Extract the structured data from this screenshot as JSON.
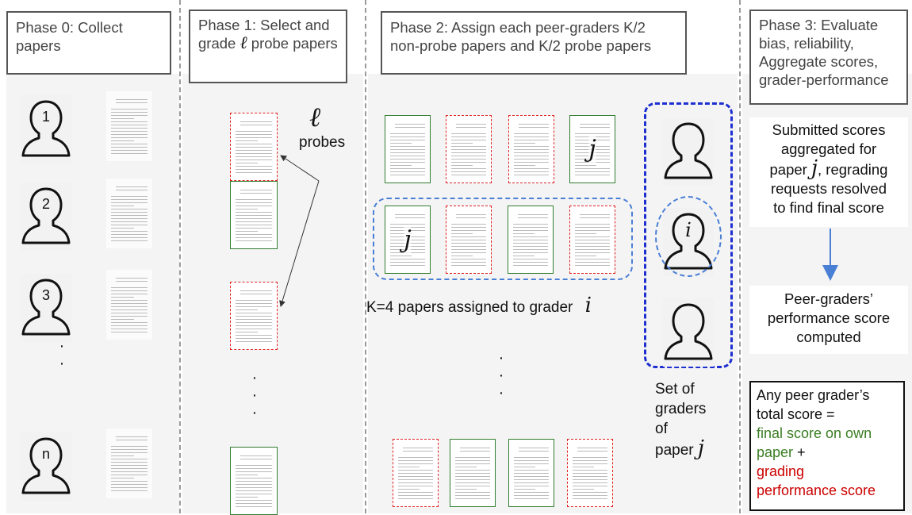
{
  "phases": {
    "p0": {
      "title": "Phase 0: Collect papers"
    },
    "p1": {
      "title_a": "Phase 1: Select and grade",
      "title_b": "probe papers",
      "ell": "ℓ"
    },
    "p2": {
      "title": "Phase 2: Assign each peer-graders K/2 non-probe papers and K/2 probe papers"
    },
    "p3": {
      "title": "Phase 3: Evaluate bias, reliability, Aggregate scores, grader-performance"
    }
  },
  "graders": [
    "1",
    "2",
    "3",
    "n"
  ],
  "probes_label": {
    "symbol": "ℓ",
    "text": "probes"
  },
  "paper_marks": {
    "j": "j",
    "i": "i"
  },
  "assignment": {
    "caption": "K=4 papers assigned to grader",
    "symbol": "i"
  },
  "graders_set": {
    "line1": "Set of",
    "line2": "graders",
    "line3": "of",
    "line4": "paper",
    "symbol": "j"
  },
  "phase3": {
    "aggregate": {
      "line1": "Submitted scores",
      "line2": "aggregated for",
      "line3a": "paper",
      "symbol": "j",
      "line3b": ",  regrading",
      "line4": "requests resolved",
      "line5": "to find final score"
    },
    "performance": {
      "line1": "Peer-graders’",
      "line2": "performance score",
      "line3": "computed"
    },
    "total": {
      "line1": "Any peer grader’s",
      "line2": "total score =",
      "line3": "final score on own",
      "line4": "paper",
      "plus": " +",
      "line5": "grading",
      "line6": "performance score"
    }
  },
  "colors": {
    "probe": "#e02020",
    "nonprobe": "#2f7d2f",
    "blue": "#1e2fd0",
    "lightblue": "#4a7fd6",
    "green_text": "#3a7d22",
    "red_text": "#cc0000"
  }
}
